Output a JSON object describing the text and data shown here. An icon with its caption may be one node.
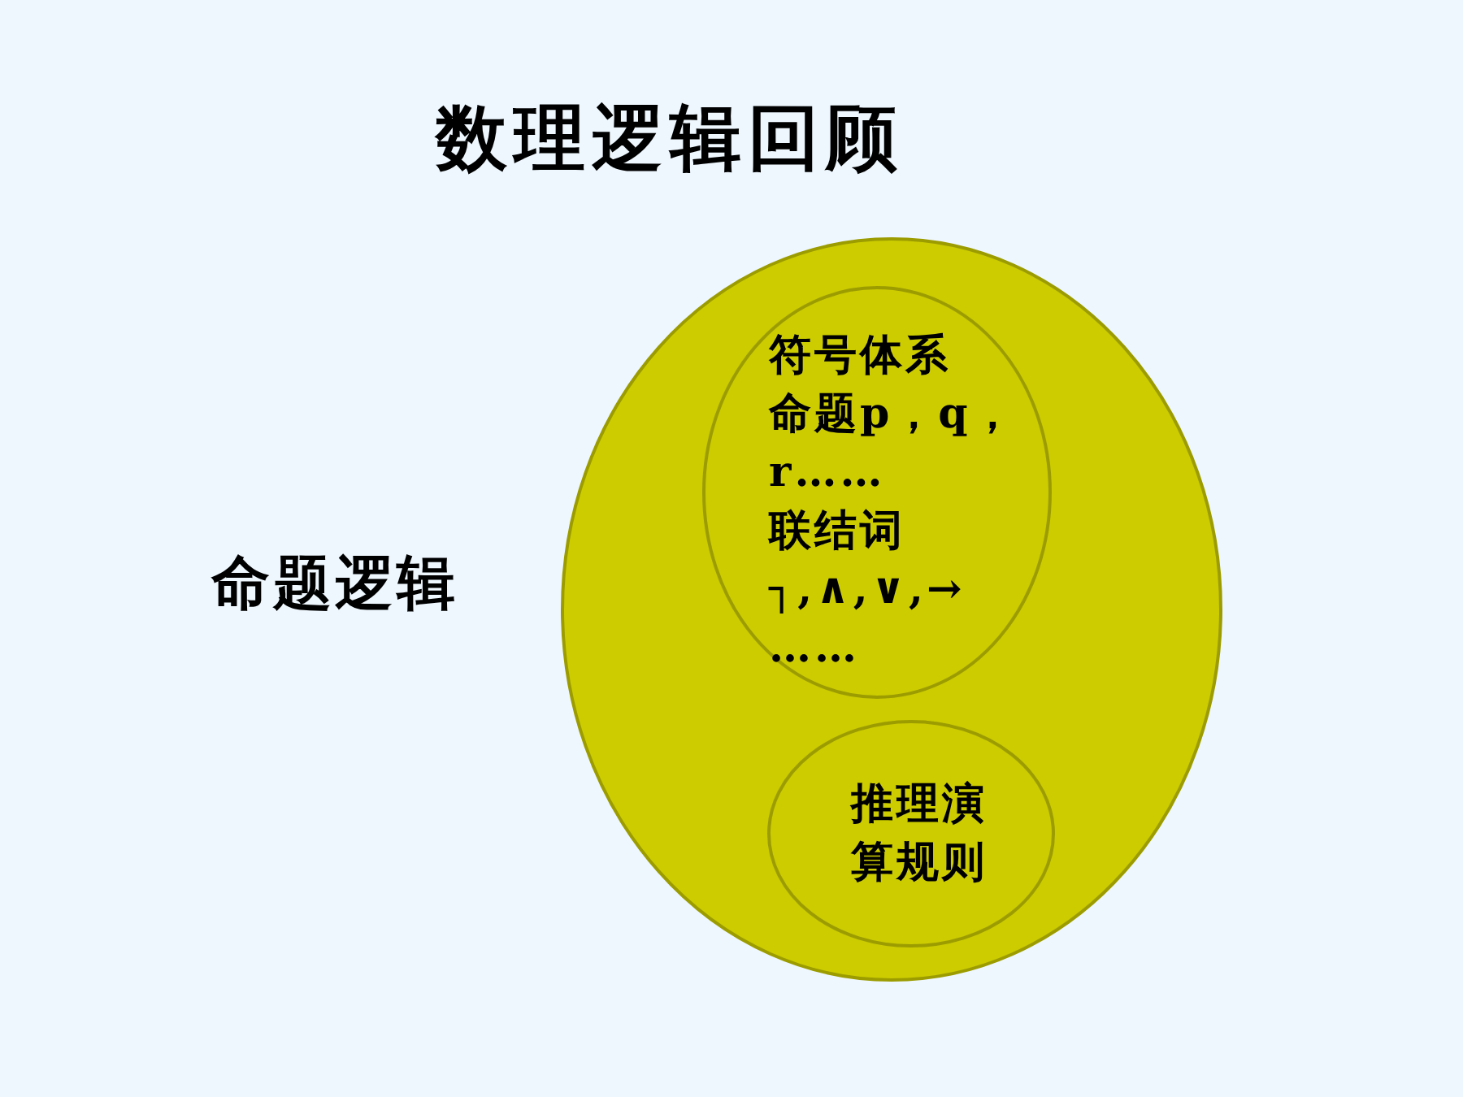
{
  "diagram": {
    "title": "数理逻辑回顾",
    "nodes": [
      {
        "text": [],
        "shape": "circle",
        "beside": [
          "命题逻辑"
        ]
      },
      {
        "text": [
          "符号体系",
          "命题p，q，r……",
          "联结词",
          "┐,∧,∨,→ ……"
        ],
        "in": 0
      },
      {
        "text": [
          "推理演算规则"
        ],
        "in": 0
      }
    ]
  }
}
